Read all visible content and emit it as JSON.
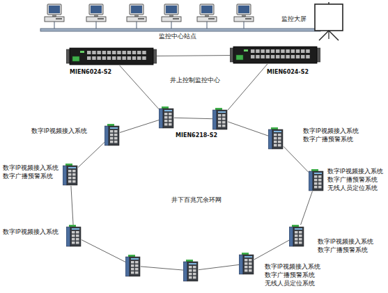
{
  "diagram": {
    "nodes": [
      {
        "text": [
          "MIEN6024-S2"
        ]
      },
      {
        "text": [
          "MIEN6024-S2"
        ]
      },
      {
        "text": [
          "数字IP视频接入系统"
        ]
      },
      {
        "text": [
          "MIEN6218-S2"
        ]
      },
      {
        "text": []
      },
      {
        "text": [
          "数字IP视频接入系统",
          "数字广播预警系统"
        ]
      },
      {
        "text": [
          "数字IP视频接入系统",
          "数字广播预警系统",
          "无线人员定位系统"
        ]
      },
      {
        "text": [
          "数字IP视频接入系统",
          "数字广播预警系统"
        ]
      },
      {
        "text": [
          "数字IP视频接入系统",
          "数字广播预警系统",
          "无线人员定位系统"
        ]
      },
      {
        "text": []
      },
      {
        "text": []
      },
      {
        "text": [
          "数字IP视频接入系统"
        ]
      },
      {
        "text": [
          "数字IP视频接入系统",
          "数字广播预警系统"
        ]
      }
    ],
    "edges": [
      {
        "from": 0,
        "to": 1,
        "arrow": "none"
      },
      {
        "from": 0,
        "to": 3,
        "arrow": "none"
      },
      {
        "from": 1,
        "to": 4,
        "arrow": "none"
      },
      {
        "from": 2,
        "to": 3,
        "arrow": "none"
      },
      {
        "from": 3,
        "to": 4,
        "arrow": "none"
      },
      {
        "from": 4,
        "to": 5,
        "arrow": "none"
      },
      {
        "from": 5,
        "to": 6,
        "arrow": "none"
      },
      {
        "from": 6,
        "to": 7,
        "arrow": "none"
      },
      {
        "from": 7,
        "to": 8,
        "arrow": "none"
      },
      {
        "from": 8,
        "to": 9,
        "arrow": "none"
      },
      {
        "from": 9,
        "to": 10,
        "arrow": "none"
      },
      {
        "from": 10,
        "to": 11,
        "arrow": "none"
      },
      {
        "from": 11,
        "to": 12,
        "arrow": "none"
      },
      {
        "from": 12,
        "to": 2,
        "arrow": "none"
      }
    ],
    "labels": [
      "监控中心站点",
      "监控大屏",
      "井上控制监控中心",
      "井下百兆冗余环网"
    ]
  }
}
